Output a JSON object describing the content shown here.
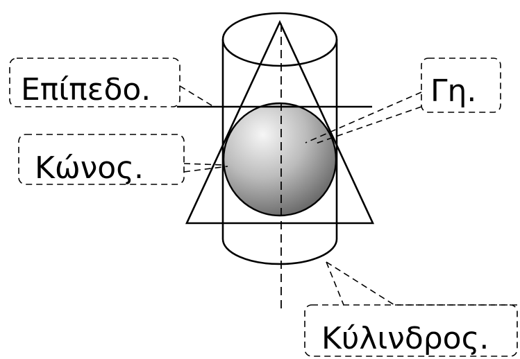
{
  "labels": {
    "plane": "Επίπεδο.",
    "earth": "Γη.",
    "cone": "Κώνος.",
    "cylinder": "Κύλινδρος."
  },
  "colors": {
    "stroke": "#000000",
    "sphere_light": "#f4f4f4",
    "sphere_mid": "#b8b8b8",
    "sphere_dark": "#5a5a5a"
  }
}
